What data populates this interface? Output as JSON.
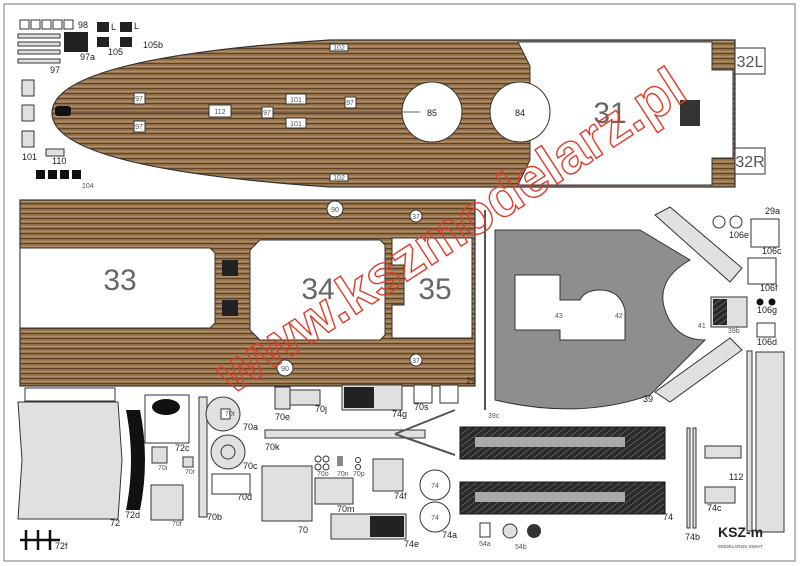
{
  "sheet": {
    "deck_upper": {
      "part_main": "31",
      "part_left": "32L",
      "part_right": "32R",
      "circle_a": "85",
      "circle_b": "84",
      "small_labels": [
        "102",
        "102",
        "112",
        "101",
        "101",
        "97",
        "97",
        "97",
        "97"
      ]
    },
    "deck_lower": {
      "part_a": "33",
      "part_b": "34",
      "part_c": "35",
      "circle_90": "90",
      "circle_37": "37",
      "edge_label": "29"
    },
    "turret_base": {
      "inner_a": "43",
      "inner_b": "42",
      "side": "41",
      "edge": "39",
      "rail": "39c",
      "grid": "39b"
    },
    "top_left_parts": [
      "98",
      "97a",
      "97",
      "105",
      "105b",
      "101",
      "110",
      "104",
      "L",
      "L"
    ],
    "right_parts": [
      "29a",
      "106e",
      "106c",
      "106f",
      "106g",
      "106d"
    ],
    "bottom_parts": [
      "72",
      "72d",
      "72f",
      "72c",
      "70i",
      "70r",
      "70f",
      "70b",
      "70a",
      "70c",
      "70d",
      "70t",
      "70e",
      "70j",
      "70k",
      "70",
      "70o",
      "70n",
      "70p",
      "70m",
      "74g",
      "70s",
      "74f",
      "74e",
      "74",
      "74a",
      "54a",
      "54b",
      "74b",
      "112",
      "74c"
    ],
    "gun_label": "74",
    "circle_74": "74"
  },
  "watermark": "www.kszmodelarz.pl",
  "brand": {
    "logo": "KSZ-m",
    "tagline": "MODELARSKI SWIAT"
  },
  "colors": {
    "wood": "#8a6a45",
    "gray_part": "#8e8e8e",
    "light_part": "#e0e0e0",
    "watermark": "#e03b2a"
  }
}
